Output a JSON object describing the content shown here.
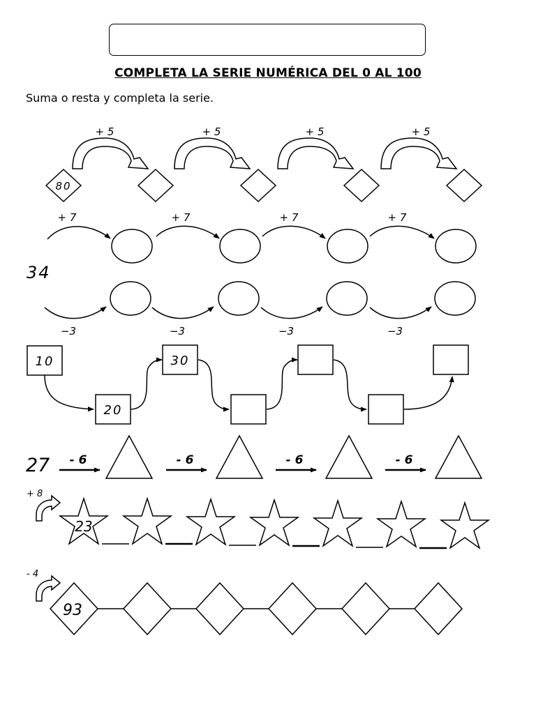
{
  "header": {
    "name_box": "",
    "title": "COMPLETA LA SERIE NUMÉRICA DEL 0 AL 100",
    "instructions": "Suma o resta y completa la serie."
  },
  "series_add5": {
    "step_label": "+ 5",
    "start": "80",
    "blanks": 4
  },
  "series_add7": {
    "step_label": "+ 7",
    "blanks": 4
  },
  "series_start_34": "34",
  "series_sub3": {
    "step_label": "−3",
    "blanks": 4
  },
  "series_boxes": {
    "values": [
      "10",
      "20",
      "30",
      "",
      "",
      "",
      ""
    ]
  },
  "series_sub6": {
    "start": "27",
    "step_label": "- 6",
    "blanks": 4
  },
  "series_stars": {
    "step_label": "+ 8",
    "start": "23",
    "blanks": 6
  },
  "series_diamonds": {
    "step_label": "- 4",
    "start": "93",
    "blanks": 5
  }
}
